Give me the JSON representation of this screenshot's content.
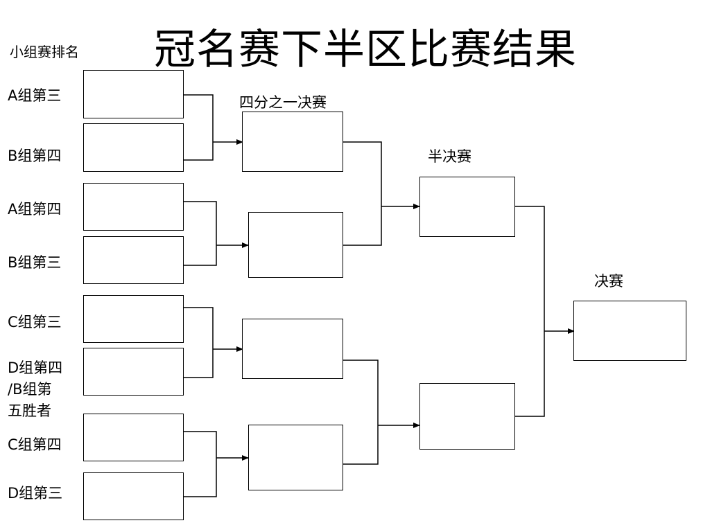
{
  "title": "冠名赛下半区比赛结果",
  "ranking_heading": "小组赛排名",
  "seeds": [
    {
      "label": "A组第三"
    },
    {
      "label": "B组第四"
    },
    {
      "label": "A组第四"
    },
    {
      "label": "B组第三"
    },
    {
      "label": "C组第三"
    },
    {
      "label": "D组第四\n/B组第\n五胜者"
    },
    {
      "label": "C组第四"
    },
    {
      "label": "D组第三"
    }
  ],
  "rounds": {
    "quarterfinal": "四分之一决赛",
    "semifinal": "半决赛",
    "final": "决赛"
  },
  "colors": {
    "line": "#000000",
    "background": "#ffffff"
  }
}
